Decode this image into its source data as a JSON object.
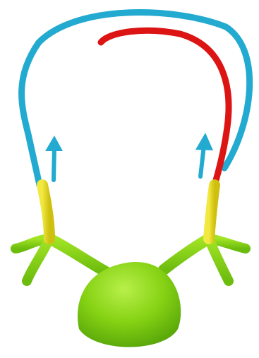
{
  "colors": {
    "background": "#ffffff",
    "blue": "#22aad0",
    "red": "#dc1414",
    "yellow": "#e8dc1c",
    "green": "#8ad614",
    "green_dark": "#5aa80a"
  },
  "elements": {
    "body": "green-dome",
    "left_arm": "left-y-branch",
    "right_arm": "right-y-branch",
    "left_stem": "yellow-segment",
    "right_stem": "yellow-segment",
    "blue_loop": "outer-arc",
    "red_loop": "inner-arc",
    "arrows": [
      "up-arrow-left",
      "up-arrow-right"
    ]
  }
}
